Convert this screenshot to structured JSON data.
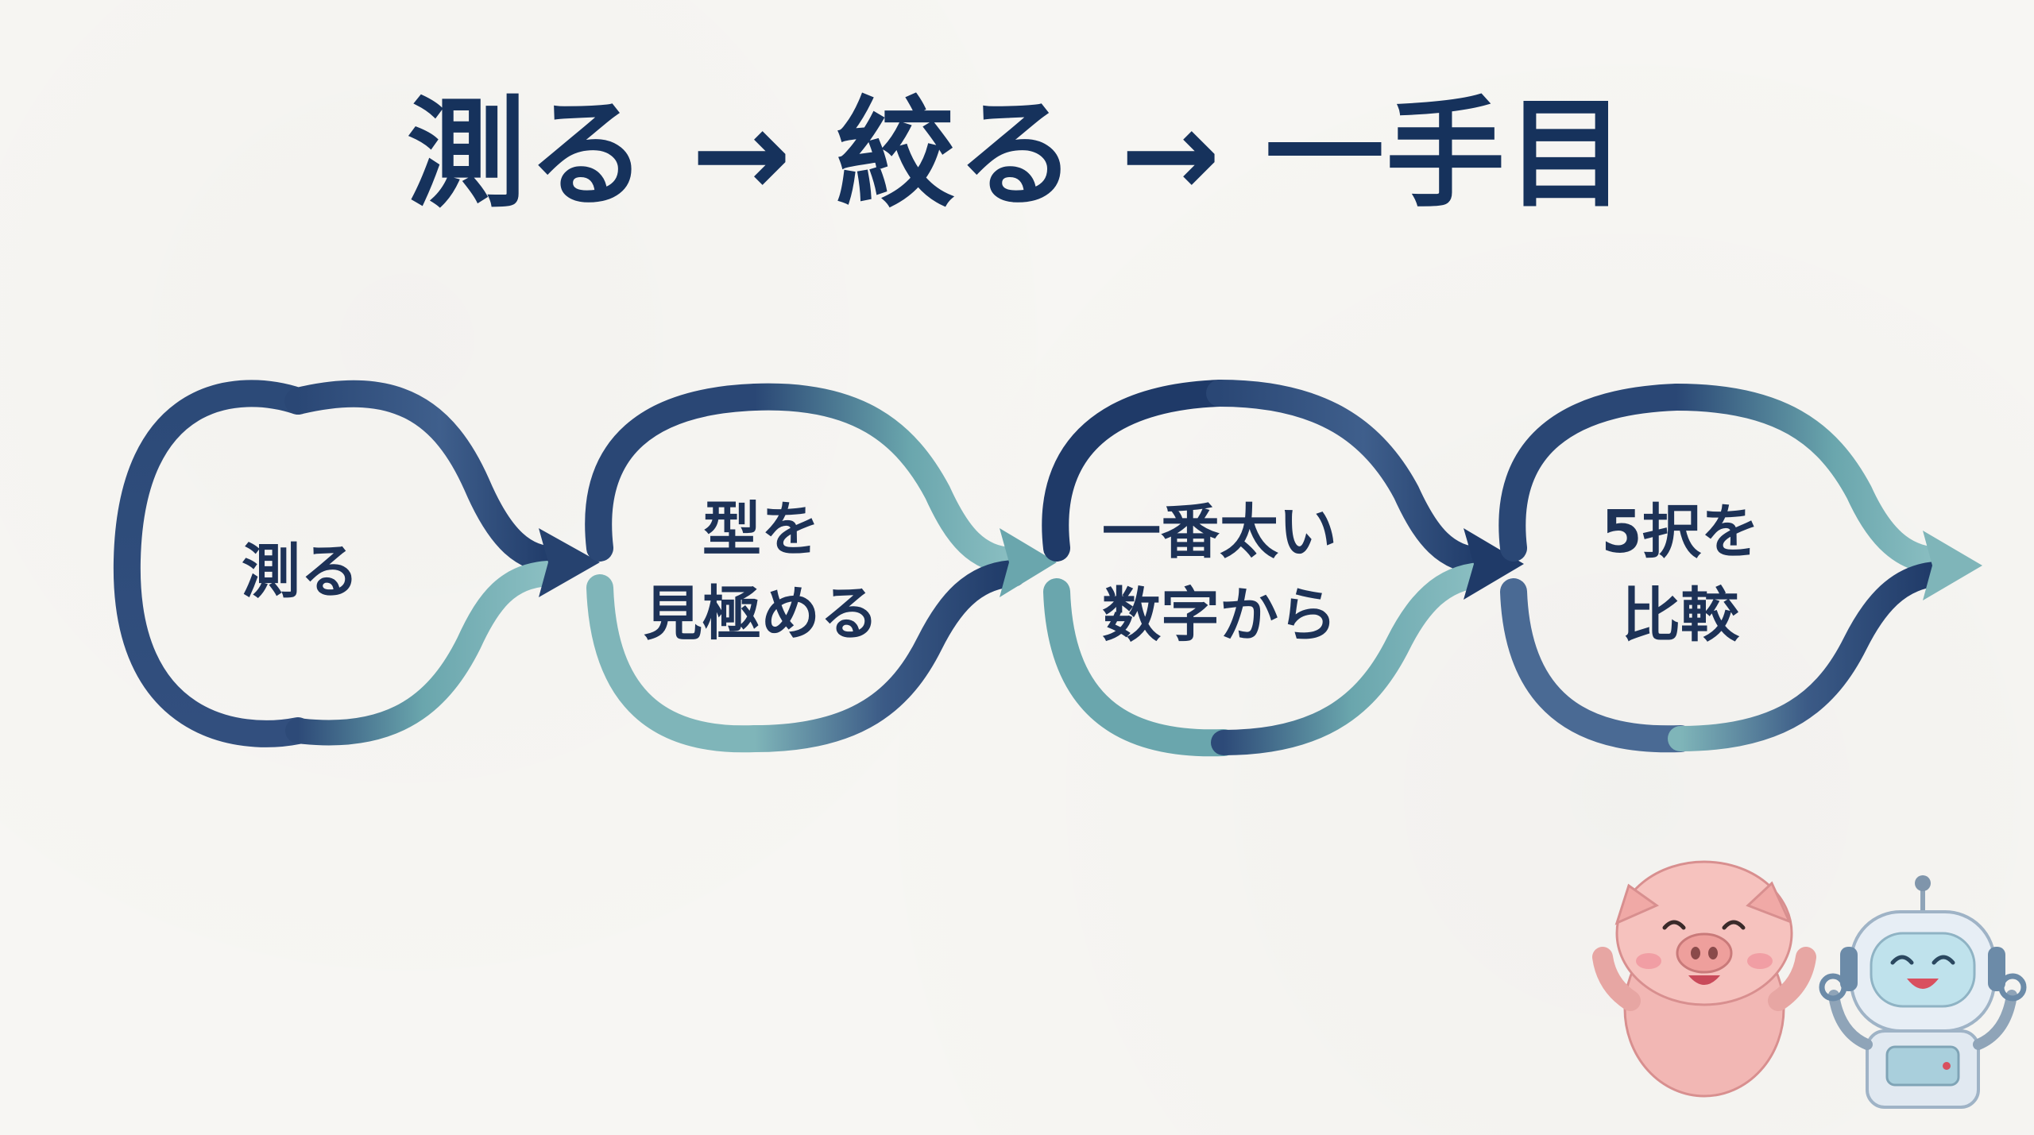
{
  "title": "測る → 絞る → 一手目",
  "stages": [
    {
      "lines": [
        "測る"
      ]
    },
    {
      "lines": [
        "型を",
        "見極める"
      ]
    },
    {
      "lines": [
        "一番太い",
        "数字から"
      ]
    },
    {
      "lines": [
        "5択を",
        "比較"
      ]
    }
  ],
  "colors": {
    "navy": "#1f3a68",
    "navy_mid": "#3b5a86",
    "teal": "#5f9ea5",
    "teal_light": "#8bbfc2",
    "text": "#16325c"
  },
  "mascots": [
    "pig-character",
    "robot-character"
  ]
}
